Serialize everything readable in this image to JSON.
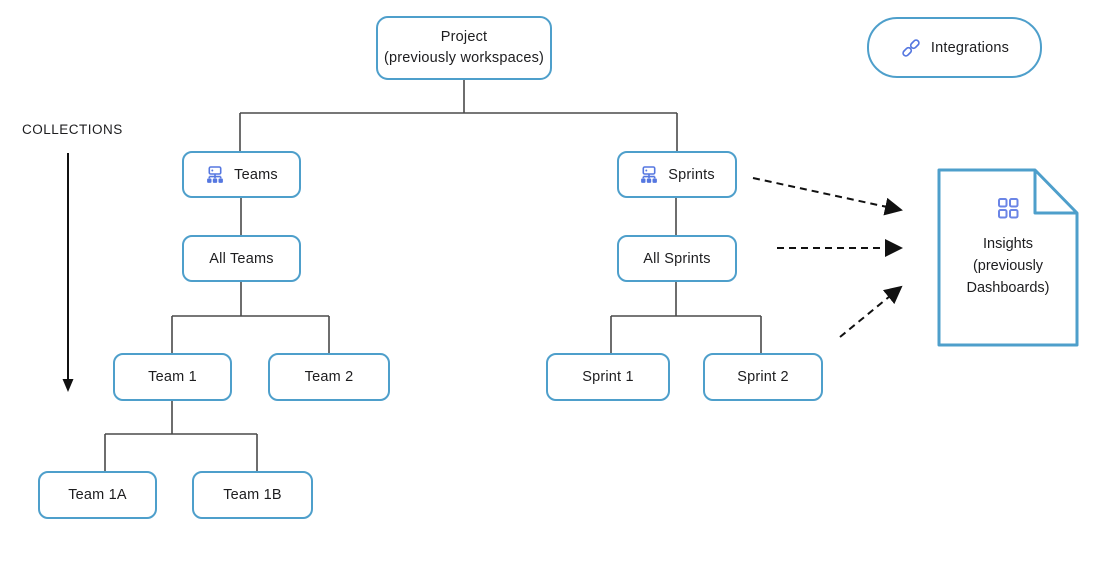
{
  "diagram": {
    "collections_label": "COLLECTIONS",
    "project": {
      "line1": "Project",
      "line2": "(previously workspaces)"
    },
    "integrations": {
      "label": "Integrations",
      "icon": "link-icon"
    },
    "teams_branch": {
      "root": "Teams",
      "root_icon": "org-chart-icon",
      "all": "All Teams",
      "children": [
        "Team 1",
        "Team 2"
      ],
      "team1_children": [
        "Team 1A",
        "Team 1B"
      ]
    },
    "sprints_branch": {
      "root": "Sprints",
      "root_icon": "org-chart-icon",
      "all": "All Sprints",
      "children": [
        "Sprint 1",
        "Sprint 2"
      ]
    },
    "insights": {
      "line1": "Insights",
      "line2": "(previously",
      "line3": "Dashboards)",
      "icon": "grid-icon",
      "shape": "document-with-folded-corner"
    },
    "arrows": {
      "collections_flow": "top-down along left side",
      "dashed_links": [
        "Sprints to Insights",
        "All Sprints to Insights",
        "Sprint level to Insights"
      ]
    }
  },
  "colors": {
    "box_border": "#4E9FCB",
    "icon_blue": "#5577E0",
    "grid_icon_blue": "#6B85E6",
    "connector_gray": "#4a4a4a",
    "arrow_black": "#111111",
    "text": "#1d1d1f",
    "background": "#ffffff"
  }
}
